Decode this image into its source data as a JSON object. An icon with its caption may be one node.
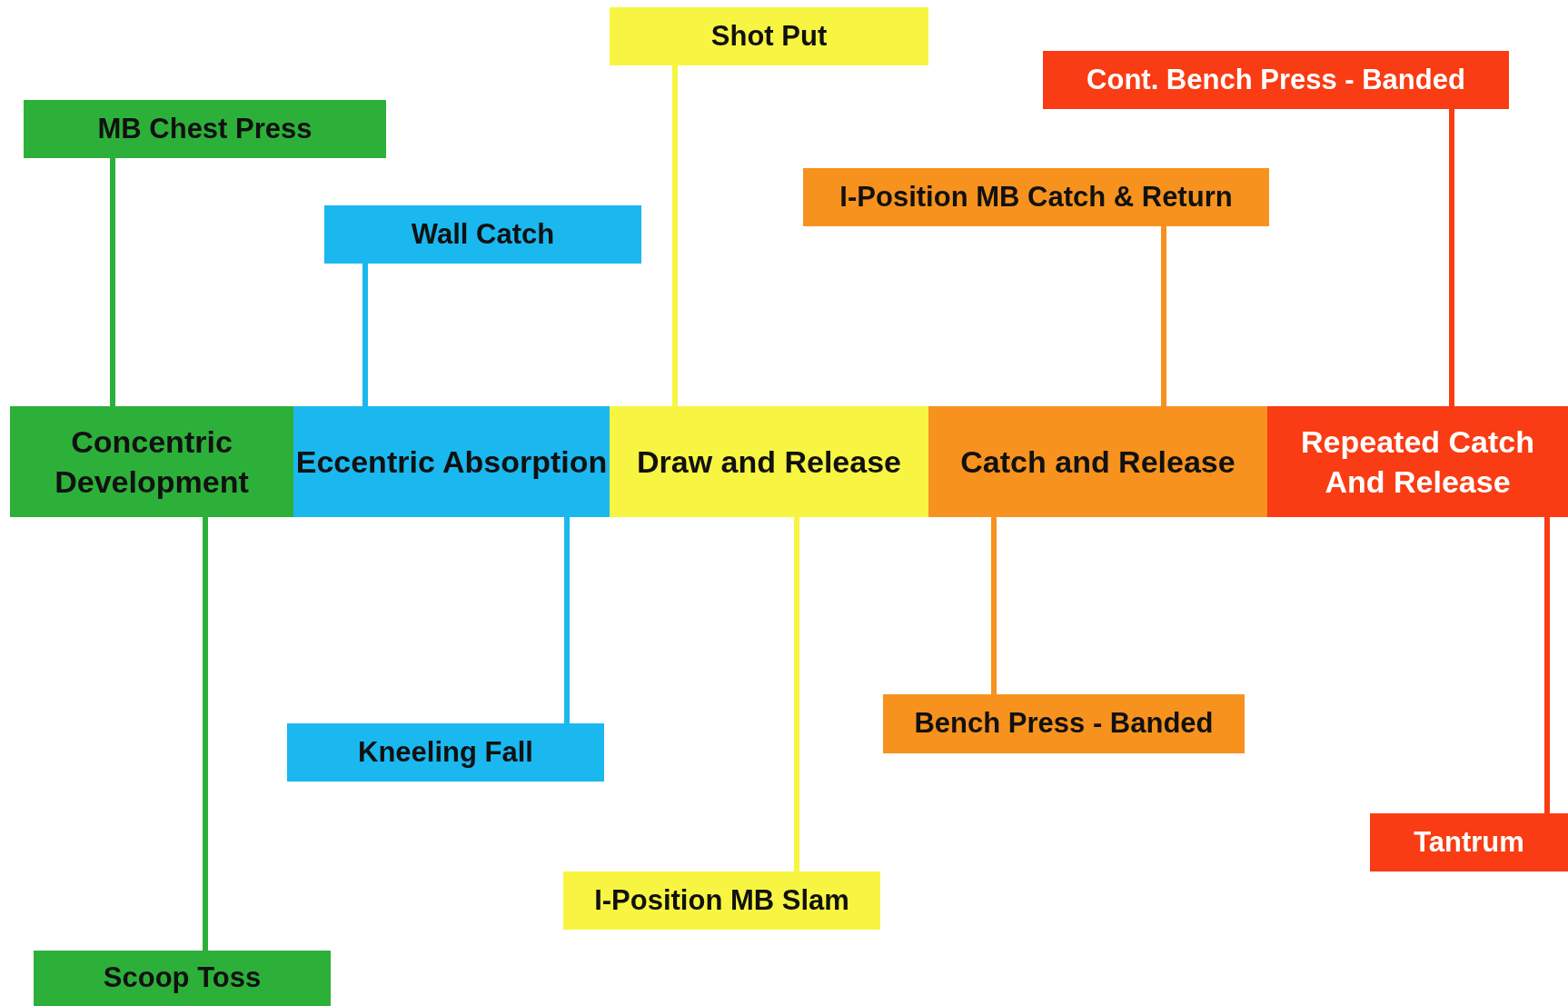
{
  "diagram": {
    "nodes": [
      {
        "text": [
          "Concentric Development"
        ]
      },
      {
        "text": [
          "Eccentric Absorption"
        ]
      },
      {
        "text": [
          "Draw and Release"
        ]
      },
      {
        "text": [
          "Catch and Release"
        ]
      },
      {
        "text": [
          "Repeated Catch And Release"
        ]
      },
      {
        "text": [
          "Shot Put"
        ]
      },
      {
        "text": [
          "Cont. Bench Press - Banded"
        ]
      },
      {
        "text": [
          "MB Chest Press"
        ]
      },
      {
        "text": [
          "I-Position MB Catch & Return"
        ]
      },
      {
        "text": [
          "Wall Catch"
        ]
      },
      {
        "text": [
          "Bench Press - Banded"
        ]
      },
      {
        "text": [
          "Kneeling Fall"
        ]
      },
      {
        "text": [
          "Tantrum"
        ]
      },
      {
        "text": [
          "I-Position MB Slam"
        ]
      },
      {
        "text": [
          "Scoop Toss"
        ]
      }
    ],
    "edges": [
      {
        "from": 7,
        "to": 0,
        "arrow": "none",
        "color": "#2db039"
      },
      {
        "from": 0,
        "to": 14,
        "arrow": "none",
        "color": "#2db039"
      },
      {
        "from": 9,
        "to": 1,
        "arrow": "none",
        "color": "#1ab8ef"
      },
      {
        "from": 1,
        "to": 11,
        "arrow": "none",
        "color": "#1ab8ef"
      },
      {
        "from": 5,
        "to": 2,
        "arrow": "none",
        "color": "#f7f541"
      },
      {
        "from": 2,
        "to": 13,
        "arrow": "none",
        "color": "#f7f541"
      },
      {
        "from": 8,
        "to": 3,
        "arrow": "none",
        "color": "#f7921e"
      },
      {
        "from": 3,
        "to": 10,
        "arrow": "none",
        "color": "#f7921e"
      },
      {
        "from": 6,
        "to": 4,
        "arrow": "none",
        "color": "#f93c14"
      },
      {
        "from": 4,
        "to": 12,
        "arrow": "none",
        "color": "#f93c14"
      }
    ]
  }
}
